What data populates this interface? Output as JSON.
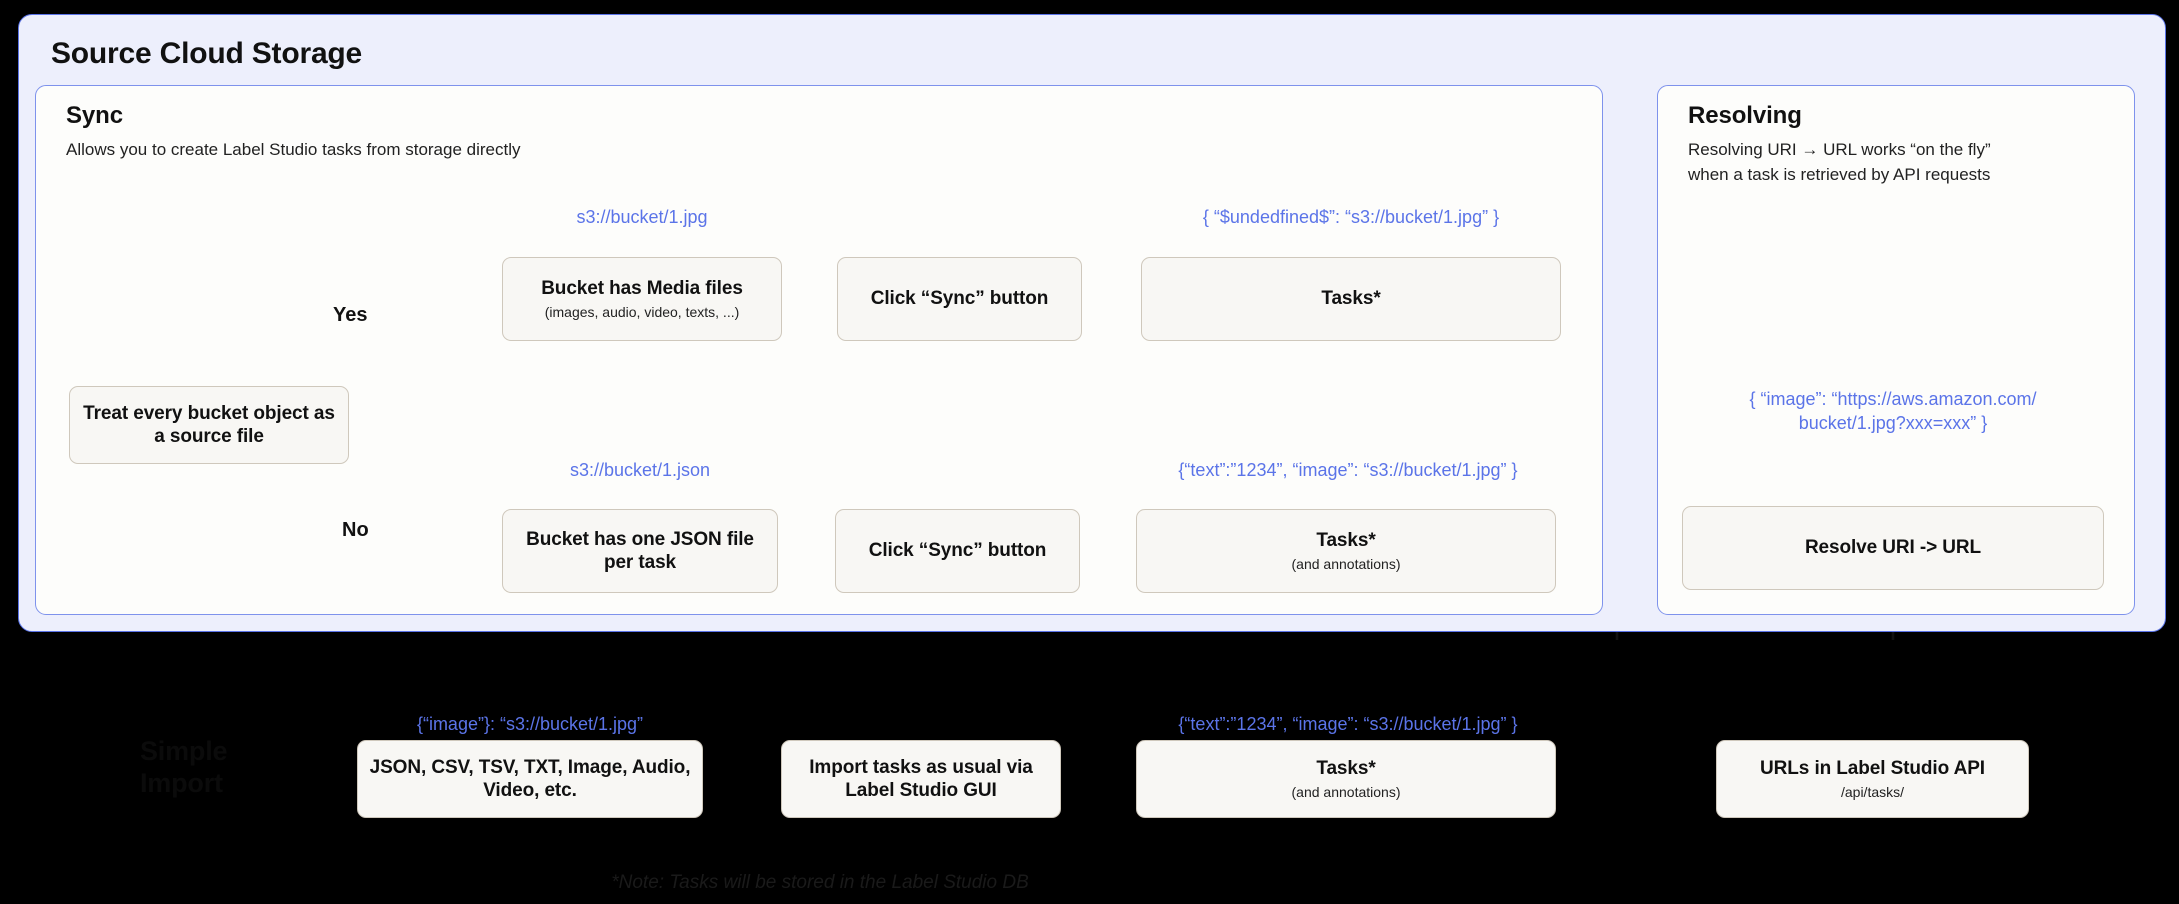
{
  "diagram": {
    "outer_panel": {
      "title": "Source Cloud Storage"
    },
    "sync_panel": {
      "title": "Sync",
      "subtitle": "Allows you to create Label Studio tasks from storage directly"
    },
    "resolving_panel": {
      "title": "Resolving",
      "subtitle": "Resolving URI → URL works “on the fly”\nwhen a task is retrieved by API requests"
    },
    "nodes": {
      "treat": {
        "label": "Treat every bucket\nobject as a source file"
      },
      "media": {
        "label": "Bucket has Media files",
        "sub": "(images, audio, video, texts, ...)"
      },
      "sync_button_1": {
        "label": "Click “Sync” button"
      },
      "tasks_1": {
        "label": "Tasks*"
      },
      "json_per_task": {
        "label": "Bucket has one JSON\nfile per task"
      },
      "sync_button_2": {
        "label": "Click “Sync” button"
      },
      "tasks_2": {
        "label": "Tasks*",
        "sub": "(and annotations)"
      },
      "resolve": {
        "label": "Resolve URI -> URL"
      },
      "formats": {
        "label": "JSON, CSV, TSV, TXT, Image,\nAudio, Video, etc."
      },
      "import_gui": {
        "label": "Import tasks as usual\nvia Label Studio GUI"
      },
      "tasks_3": {
        "label": "Tasks*",
        "sub": "(and annotations)"
      },
      "urls_api": {
        "label": "URLs in Label Studio API",
        "sub": "/api/tasks/"
      }
    },
    "edge_labels": {
      "yes": "Yes",
      "no": "No"
    },
    "annotations": {
      "uri_jpg": "s3://bucket/1.jpg",
      "task_undefined": "{ “$undedfined$”: “s3://bucket/1.jpg” }",
      "uri_json": "s3://bucket/1.json",
      "task_text_image": "{“text”:”1234”,  “image”: “s3://bucket/1.jpg” }",
      "resolved_url": "{ “image”: “https://aws.amazon.com/\nbucket/1.jpg?xxx=xxx” }",
      "simple_image": "{“image”}: “s3://bucket/1.jpg”",
      "simple_text_image": "{“text”:”1234”,  “image”: “s3://bucket/1.jpg” }"
    },
    "side_label": "Simple\nImport",
    "footnote": "*Note: Tasks will be stored in the Label Studio DB"
  },
  "colors": {
    "background": "#000000",
    "outer_panel_bg": "#EDEFFC",
    "panel_border": "#5B74E8",
    "card_bg": "#FDFDFB",
    "node_bg": "#F8F7F4",
    "node_border": "#CFC8BC",
    "accent_blue": "#5B74E8",
    "text": "#111111"
  }
}
